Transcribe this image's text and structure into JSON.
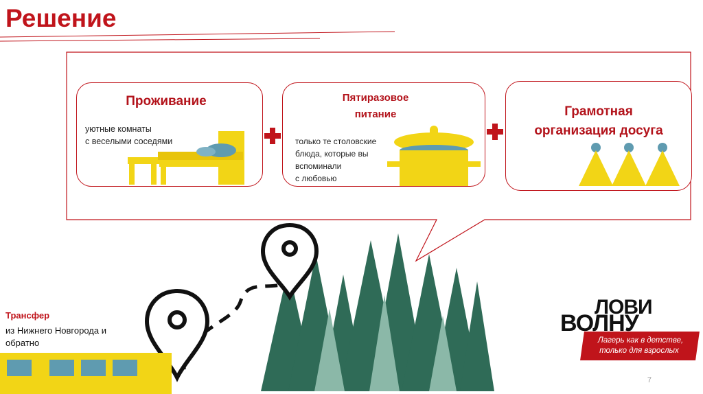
{
  "page": {
    "title": "Решение",
    "page_number": "7"
  },
  "cards": [
    {
      "title": "Проживание",
      "text_lines": [
        "уютные комнаты",
        "с веселыми соседями"
      ]
    },
    {
      "title_lines": [
        "Пятиразовое",
        "питание"
      ],
      "text_lines": [
        "только те столовские",
        "блюда, которые вы",
        "вспоминали",
        "с любовью"
      ]
    },
    {
      "title_lines": [
        "Грамотная",
        "организация досуга"
      ]
    }
  ],
  "transfer": {
    "title": "Трансфер",
    "text_lines": [
      "из Нижнего Новгорода и",
      "обратно"
    ]
  },
  "logo": {
    "word1": "ЛОВИ",
    "word2": "ВОЛНУ",
    "tagline_lines": [
      "Лагерь как в детстве,",
      "только для взрослых"
    ]
  },
  "colors": {
    "accent": "#c0141b",
    "yellow": "#f2d516",
    "forest": "#2f6b57",
    "spotlight": "#5f9bb0"
  }
}
